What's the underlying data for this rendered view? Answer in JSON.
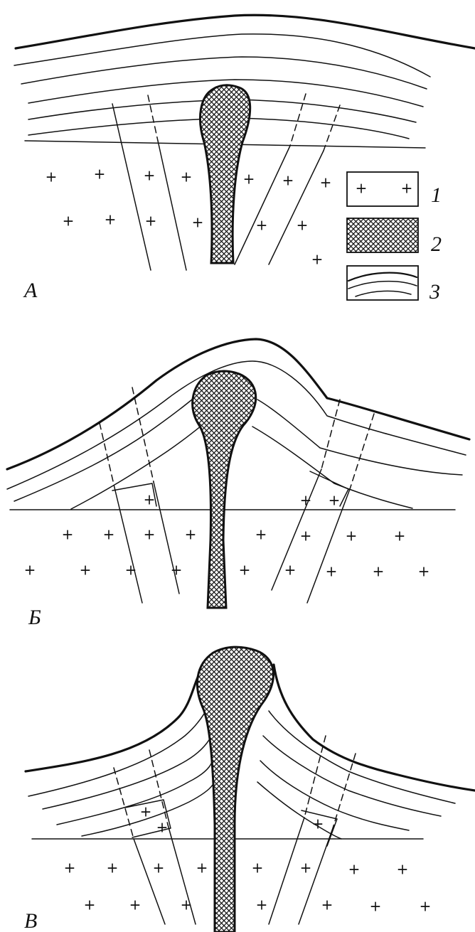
{
  "panels": [
    {
      "id": "A",
      "label": "A"
    },
    {
      "id": "B",
      "label": "Б"
    },
    {
      "id": "C",
      "label": "В"
    }
  ],
  "legend": [
    {
      "number": "1",
      "symbol": "plus-block"
    },
    {
      "number": "2",
      "symbol": "crosshatch"
    },
    {
      "number": "3",
      "symbol": "curved-layers"
    }
  ],
  "plus_glyph": "+",
  "colors": {
    "ink": "#111111",
    "paper": "#ffffff"
  }
}
